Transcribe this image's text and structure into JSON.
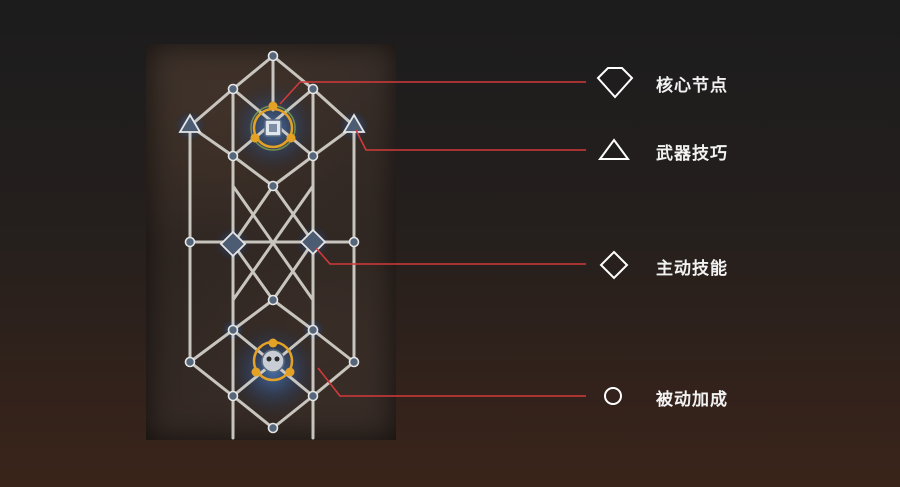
{
  "legend": [
    {
      "id": "core-node",
      "label": "核心节点",
      "shape": "gem-icon"
    },
    {
      "id": "weapon-skill",
      "label": "武器技巧",
      "shape": "triangle-icon"
    },
    {
      "id": "active-skill",
      "label": "主动技能",
      "shape": "diamond-icon"
    },
    {
      "id": "passive-bonus",
      "label": "被动加成",
      "shape": "circle-icon"
    }
  ],
  "colors": {
    "callout_line": "#d23a3a",
    "web_line": "#d8d6cf",
    "gold": "#e3a126",
    "glow": "#3b6fb5",
    "legend_text": "#f2f2f2"
  }
}
